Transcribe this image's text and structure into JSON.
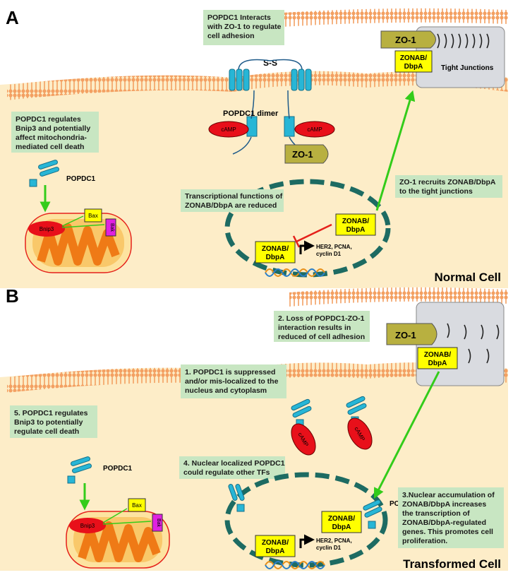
{
  "panel_a": {
    "letter": "A",
    "footer": "Normal Cell",
    "notes": {
      "zo1_interact": [
        "POPDC1 Interacts",
        "with ZO-1 to regulate",
        "cell adhesion"
      ],
      "bnip3": [
        "POPDC1 regulates",
        "Bnip3 and potentially",
        "affect mitochondria-",
        "mediated cell death"
      ],
      "transcription": [
        "Transcriptional functions of",
        "ZONAB/DbpA  are reduced"
      ],
      "recruit": [
        "ZO-1 recruits ZONAB/DbpA",
        "to the tight junctions"
      ]
    },
    "labels": {
      "ss": "S-S",
      "dimer": "POPDC1 dimer",
      "camp": "cAMP",
      "zo1": "ZO-1",
      "zonab_1": "ZONAB/",
      "zonab_2": "DbpA",
      "tight_junctions": "Tight Junctions",
      "popdc1": "POPDC1",
      "bnip3": "Bnip3",
      "bax": "Bax",
      "bak": "Bak",
      "genes": [
        "HER2, PCNA,",
        "cyclin D1"
      ]
    }
  },
  "panel_b": {
    "letter": "B",
    "footer": "Transformed Cell",
    "notes": {
      "loss": [
        "2. Loss of POPDC1-ZO-1",
        "interaction results in",
        "reduced of cell adhesion"
      ],
      "suppressed": [
        "1. POPDC1 is suppressed",
        "and/or mis-localized to the",
        "nucleus and cytoplasm"
      ],
      "bnip3": [
        "5. POPDC1 regulates",
        "Bnip3 to potentially",
        "regulate cell death"
      ],
      "nuclear_popdc1": [
        "4. Nuclear localized POPDC1",
        "could regulate other TFs"
      ],
      "accumulation": [
        "3.Nuclear accumulation of",
        "ZONAB/DbpA increases",
        "the transcription of",
        "ZONAB/DbpA-regulated",
        "genes. This promotes cell",
        "proliferation."
      ]
    },
    "labels": {
      "zo1": "ZO-1",
      "zonab_1": "ZONAB/",
      "zonab_2": "DbpA",
      "camp": "cAMP",
      "popdc1": "POPDC1",
      "bnip3": "Bnip3",
      "bax": "Bax",
      "bak": "Bak",
      "genes": [
        "HER2, PCNA,",
        "cyclin D1"
      ]
    }
  },
  "colors": {
    "cytoplasm": "#fdedc8",
    "membrane": "#f5a46a",
    "note_bg": "#c8e6c2",
    "zonab": "#ffff00",
    "zo1": "#b8b040",
    "camp": "#e8101a",
    "receptor": "#27b6d6",
    "nucleus": "#1d6b62",
    "arrow_green": "#33cc1a",
    "bnip3": "#e8101a",
    "bak": "#e021e0",
    "mito": "#ef7a16"
  }
}
